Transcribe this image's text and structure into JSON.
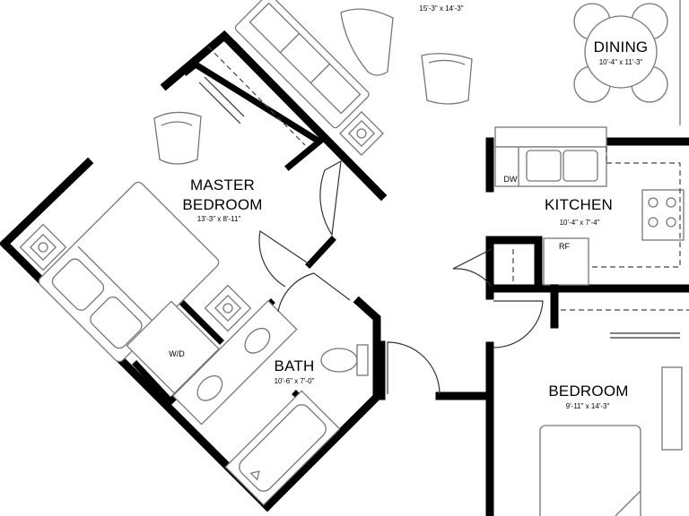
{
  "rooms": {
    "living": {
      "dims": "15'-3\" x 14'-3\""
    },
    "dining": {
      "name": "DINING",
      "dims": "10'-4\" x 11'-3\""
    },
    "master": {
      "name_line1": "MASTER",
      "name_line2": "BEDROOM",
      "dims": "13'-3\" x 8'-11\""
    },
    "kitchen": {
      "name": "KITCHEN",
      "dims": "10'-4\" x 7'-4\""
    },
    "bath": {
      "name": "BATH",
      "dims": "10'-6\" x 7'-0\""
    },
    "bedroom": {
      "name": "BEDROOM",
      "dims": "9'-11\" x 14'-3\""
    }
  },
  "fixtures": {
    "dishwasher": "DW",
    "refrigerator": "RF",
    "washer_dryer": "W/D"
  }
}
